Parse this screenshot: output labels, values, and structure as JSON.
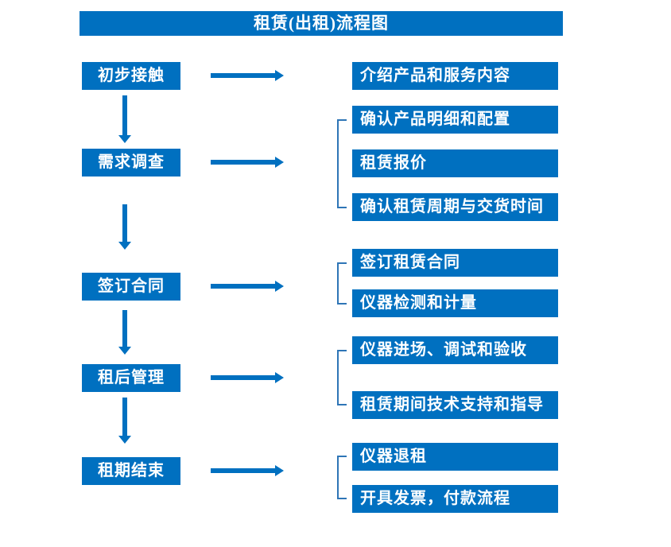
{
  "title": "租赁(出租)流程图",
  "colors": {
    "primary_blue": "#0070C0",
    "bracket_blue": "#2E75B6",
    "text_white": "#FFFFFF"
  },
  "icons": {
    "right_arrow": "right-arrow-icon",
    "down_arrow": "down-arrow-icon"
  },
  "steps": [
    {
      "label": "初步接触",
      "outputs": [
        "介绍产品和服务内容"
      ]
    },
    {
      "label": "需求调查",
      "outputs": [
        "确认产品明细和配置",
        "租赁报价",
        "确认租赁周期与交货时间"
      ]
    },
    {
      "label": "签订合同",
      "outputs": [
        "签订租赁合同",
        "仪器检测和计量"
      ]
    },
    {
      "label": "租后管理",
      "outputs": [
        "仪器进场、调试和验收",
        "租赁期间技术支持和指导"
      ]
    },
    {
      "label": "租期结束",
      "outputs": [
        "仪器退租",
        "开具发票，付款流程"
      ]
    }
  ]
}
